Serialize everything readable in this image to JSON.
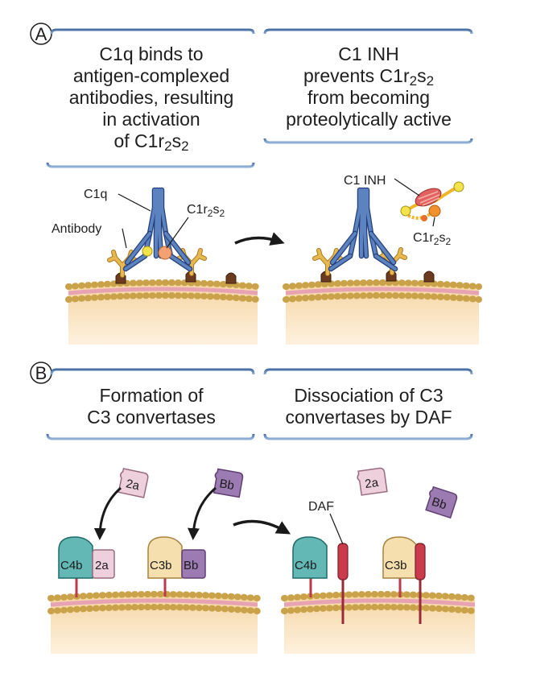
{
  "panel_a": {
    "letter": "A",
    "left_title": [
      "C1q binds to",
      "antigen-complexed",
      "antibodies, resulting",
      "in activation",
      "of C1r",
      "2",
      "s",
      "2"
    ],
    "right_title": [
      "C1 INH",
      "prevents C1r",
      "2",
      "s",
      "2",
      "from becoming",
      "proteolytically active"
    ],
    "labels": {
      "c1q": "C1q",
      "antibody": "Antibody",
      "c1r2s2_left": [
        "C1r",
        "2",
        "s",
        "2"
      ],
      "c1inh": "C1 INH",
      "c1r2s2_right": [
        "C1r",
        "2",
        "s",
        "2"
      ]
    }
  },
  "panel_b": {
    "letter": "B",
    "left_title": [
      "Formation of",
      "C3 convertases"
    ],
    "right_title": [
      "Dissociation of C3",
      "convertases by DAF"
    ],
    "labels": {
      "c4b_left": "C4b",
      "c2a_bound": "2a",
      "c3b_left": "C3b",
      "bb_bound": "Bb",
      "c2a_free_left": "2a",
      "bb_free_left": "Bb",
      "daf": "DAF",
      "c4b_right": "C4b",
      "c3b_right": "C3b",
      "c2a_free_right": "2a",
      "bb_free_right": "Bb"
    }
  },
  "colors": {
    "banner_line": "#4a6fa5",
    "c1q_blue": "#3d5f9e",
    "antibody_gold": "#d8a43a",
    "membrane_gold": "#c9a24a",
    "membrane_pink": "#e8a3b3",
    "cell_body": "#f8dfb6",
    "c4b_teal": "#63b7b5",
    "c2a_pink": "#edd0dc",
    "c3b_cream": "#f5dfae",
    "bb_purple": "#9c7ab2",
    "daf_red": "#c93a4a"
  }
}
